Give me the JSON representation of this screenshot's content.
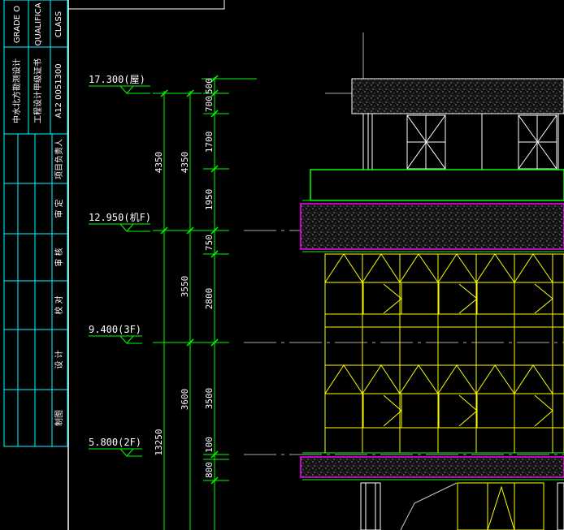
{
  "title_block": {
    "header_texts": [
      "GRADE O",
      "QUALIFICA",
      "CLASS"
    ],
    "company_texts": [
      "中水北方勘测设计",
      "工程设计甲级证书",
      "A12 0051300"
    ],
    "row_labels": [
      "项目负责人",
      "审 定",
      "审 核",
      "校 对",
      "设 计",
      "制图"
    ]
  },
  "levels": [
    {
      "label": "17.300(屋)"
    },
    {
      "label": "12.950(机F)"
    },
    {
      "label": "9.400(3F)"
    },
    {
      "label": "5.800(2F)"
    }
  ],
  "dimensions": {
    "col1": [
      "13250"
    ],
    "col2": [
      "4350"
    ],
    "col3": [
      "4350",
      "3550",
      "3600"
    ],
    "col4": [
      "500",
      "700",
      "1700",
      "1950",
      "750",
      "2800",
      "3500",
      "100",
      "800"
    ]
  },
  "colors": {
    "background": "#000000",
    "dim_line": "#00ff00",
    "text": "#ffffff",
    "frame": "#ffffff",
    "title_block": "#00ffff",
    "facade": "#ffff00",
    "slab_outline": "#ff00ff",
    "center_line": "#aaaaaa"
  }
}
